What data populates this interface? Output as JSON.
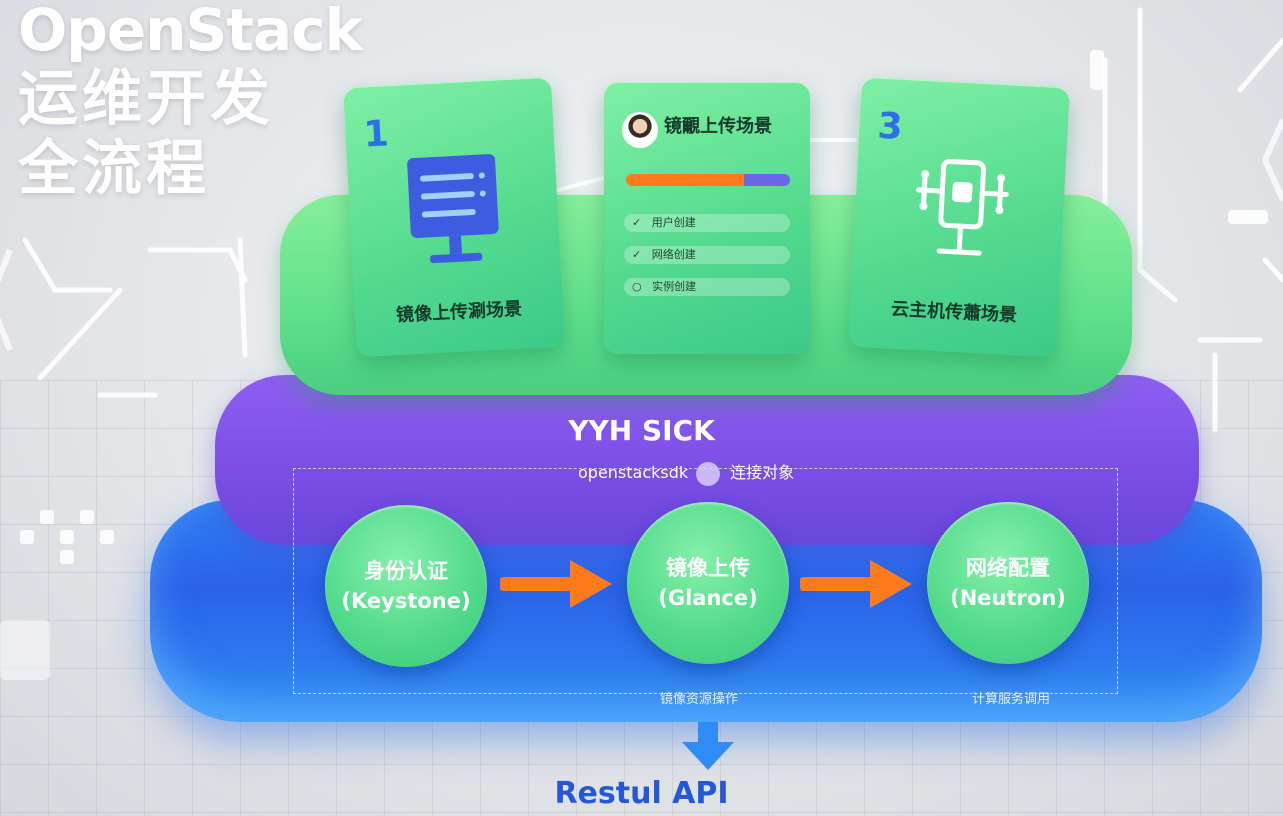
{
  "title": {
    "line1": "OpenStack",
    "line2": "运维开发",
    "line3": "全流程"
  },
  "cards": [
    {
      "number": "1",
      "label": "镜像上传涮场景",
      "icon": "server-monitor-icon"
    },
    {
      "title": "镜覼上传场景",
      "rows": [
        "用户创建",
        "网络创建",
        "实例创建"
      ],
      "icon": "avatar-icon"
    },
    {
      "number": "3",
      "label": "云主机传蕭场景",
      "icon": "instance-scaling-icon"
    }
  ],
  "sdk": {
    "title": "YYH SICK",
    "module": "openstacksdk",
    "object_label": "连接对象"
  },
  "nodes": [
    {
      "name": "身份认证",
      "sub": "(Keystone)"
    },
    {
      "name": "镜像上传",
      "sub": "(Glance)"
    },
    {
      "name": "网络配置",
      "sub": "(Neutron)"
    }
  ],
  "footer_labels": [
    "镜像资源操作",
    "计算服务调用"
  ],
  "api_label": "Restul API",
  "colors": {
    "green": "#5fdf8b",
    "purple": "#7b4fe6",
    "blue": "#2a62e8",
    "arrow": "#ff7a1a",
    "accent_number": "#2f6fe6"
  }
}
